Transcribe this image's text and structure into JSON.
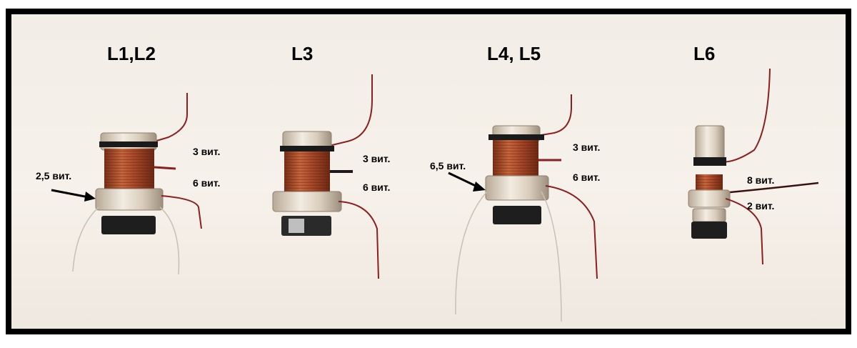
{
  "coils": [
    {
      "title": "L1,L2",
      "turns_upper": "3 вит.",
      "turns_lower": "6 вит.",
      "tap": "2,5 вит."
    },
    {
      "title": "L3",
      "turns_upper": "3 вит.",
      "turns_lower": "6 вит."
    },
    {
      "title": "L4, L5",
      "turns_upper": "3 вит.",
      "turns_lower": "6 вит.",
      "tap": "6,5 вит."
    },
    {
      "title": "L6",
      "turns_upper": "8 вит.",
      "turns_lower": "2 вит."
    }
  ],
  "colors": {
    "copper": "#b5522e",
    "wire": "#8a1f1f",
    "plastic": "#e9dccb",
    "base": "#1e1e1e",
    "frame": "#000000",
    "background": "#f3eee7"
  }
}
